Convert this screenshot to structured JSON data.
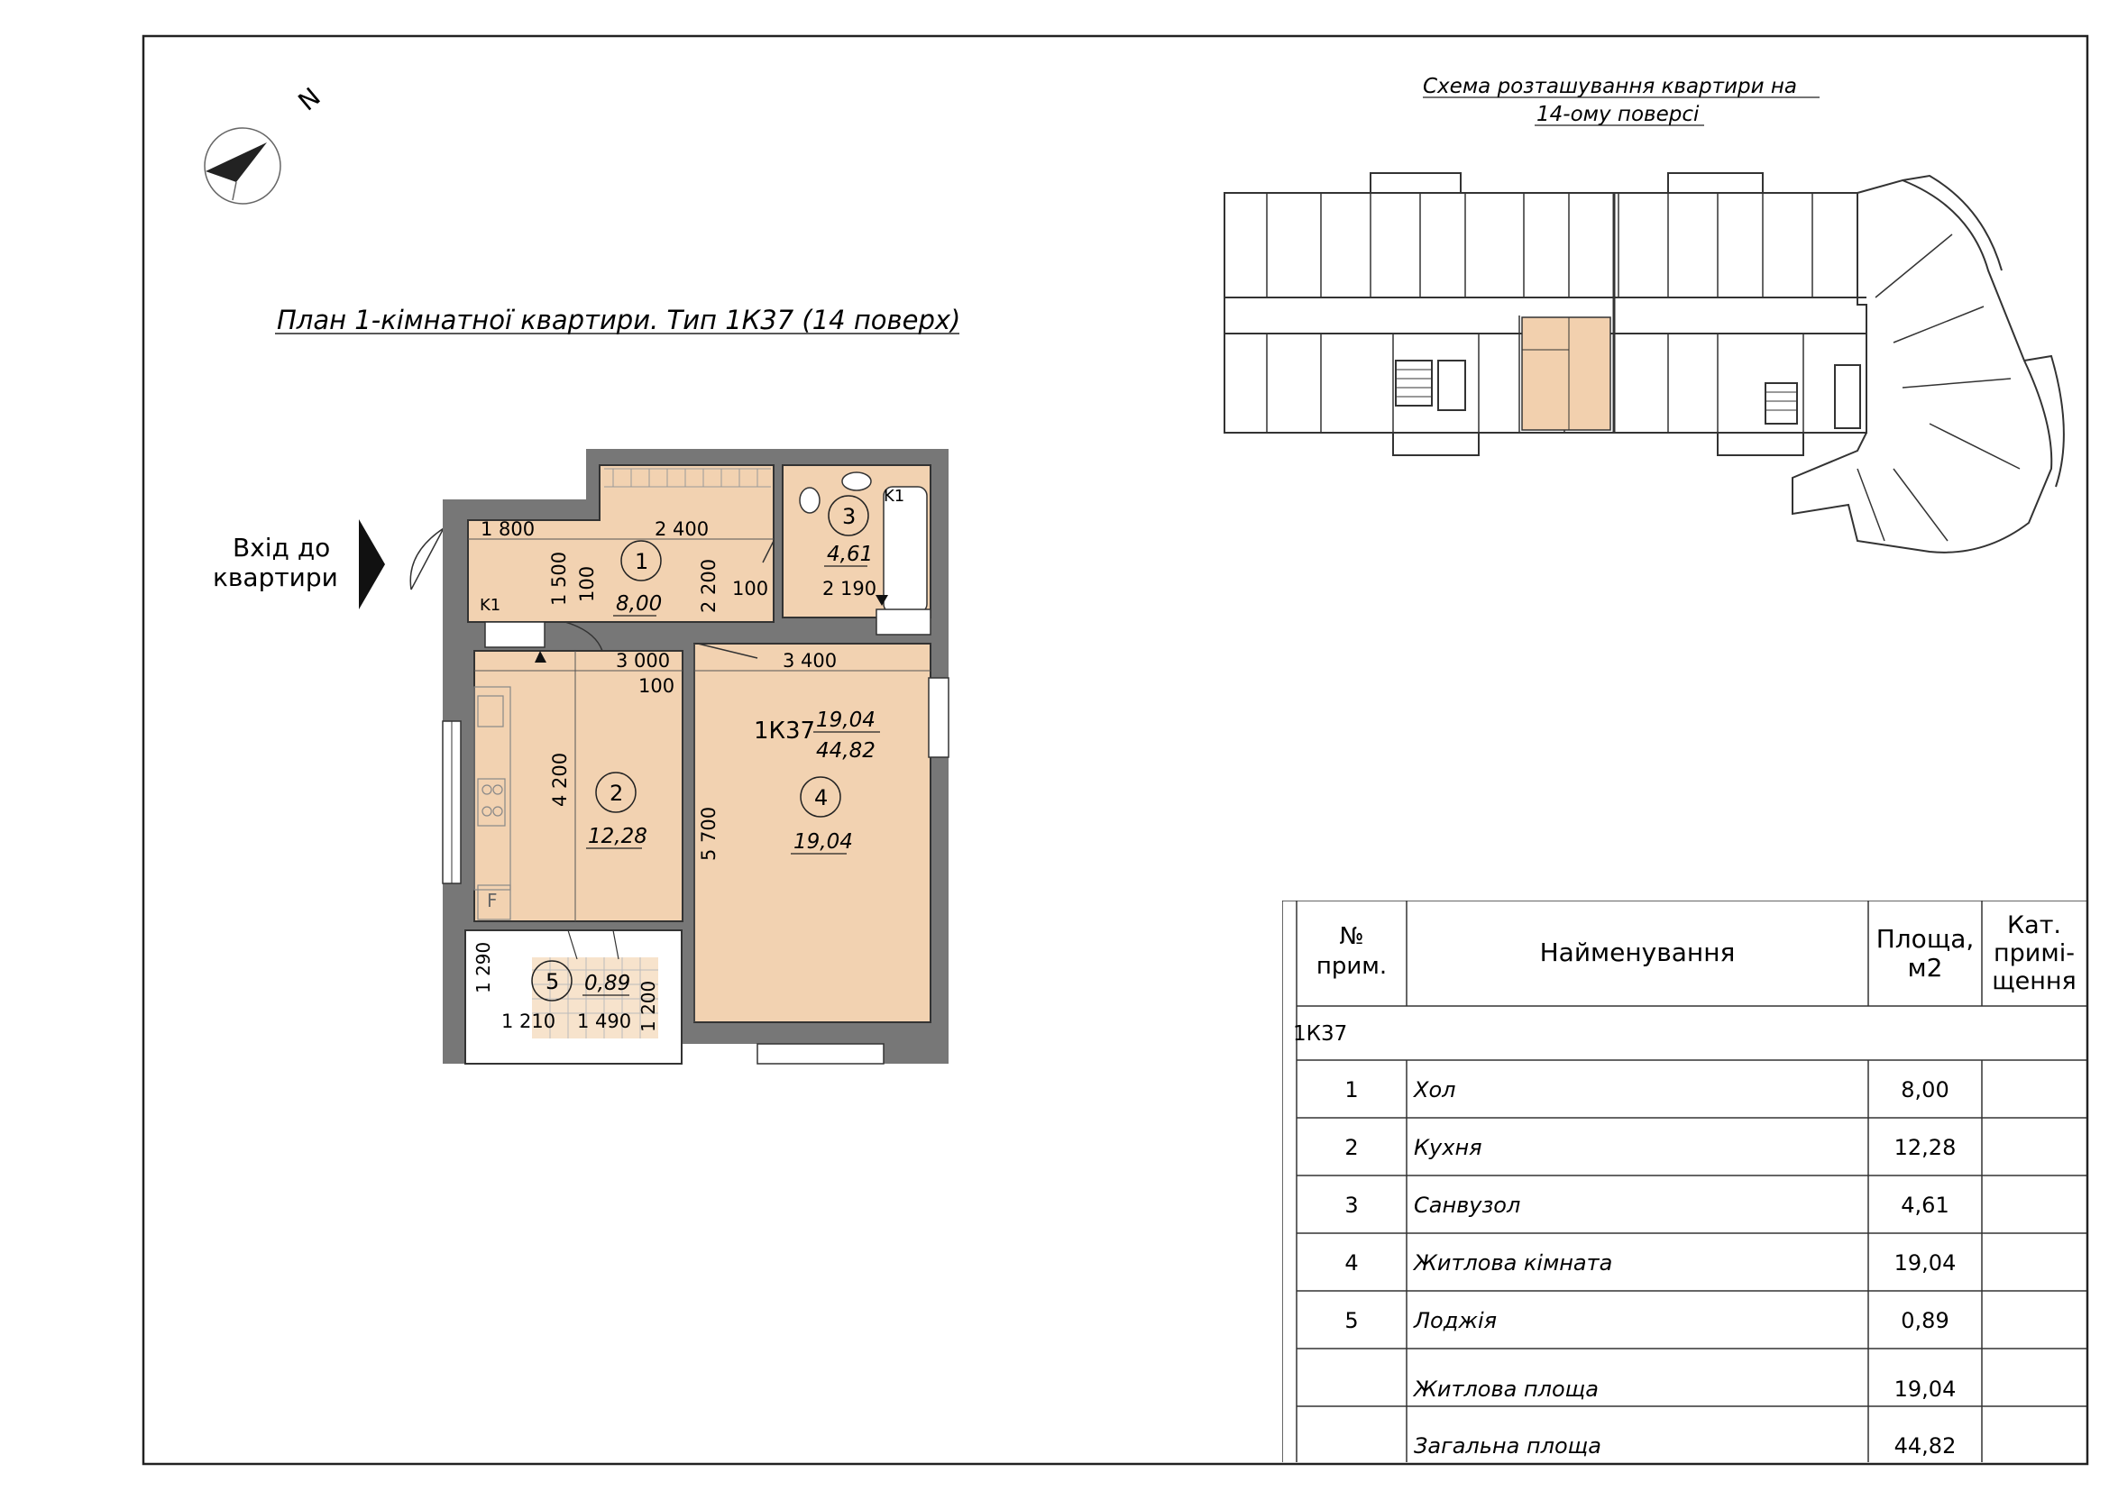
{
  "north_label": "N",
  "entrance_label": [
    "Вхід до",
    "квартири"
  ],
  "plan_title": "План 1-кімнатної квартири. Тип 1К37 (14 поверх)",
  "floor_scheme_title": [
    "Схема розташування квартири на",
    "14-ому поверсі"
  ],
  "apartment": {
    "code": "1К37",
    "living_area": "19,04",
    "total_area": "44,82"
  },
  "rooms": [
    {
      "num": "1",
      "area": "8,00"
    },
    {
      "num": "2",
      "area": "12,28"
    },
    {
      "num": "3",
      "area": "4,61"
    },
    {
      "num": "4",
      "area": "19,04"
    },
    {
      "num": "5",
      "area": "0,89"
    }
  ],
  "dimensions": {
    "d1800": "1 800",
    "d2400": "2 400",
    "d1500": "1 500",
    "d100a": "100",
    "d2200": "2 200",
    "d100b": "100",
    "d2190": "2 190",
    "d3000": "3 000",
    "d100c": "100",
    "d3400": "3 400",
    "d4200": "4 200",
    "d5700": "5 700",
    "d1290": "1 290",
    "d1210": "1 210",
    "d1490": "1 490",
    "d1200": "1 200"
  },
  "fixtures": {
    "k1_a": "K1",
    "k1_b": "K1",
    "fridge": "F"
  },
  "table": {
    "headers": {
      "num": [
        "№",
        "прим."
      ],
      "name": "Найменування",
      "area": [
        "Площа,",
        "м2"
      ],
      "category": [
        "Кат.",
        "примі-",
        "щення"
      ]
    },
    "group": "1К37",
    "rows": [
      {
        "num": "1",
        "name": "Хол",
        "area": "8,00"
      },
      {
        "num": "2",
        "name": "Кухня",
        "area": "12,28"
      },
      {
        "num": "3",
        "name": "Санвузол",
        "area": "4,61"
      },
      {
        "num": "4",
        "name": "Житлова кімната",
        "area": "19,04"
      },
      {
        "num": "5",
        "name": "Лоджія",
        "area": "0,89"
      }
    ],
    "summary": [
      {
        "name": "Житлова площа",
        "area": "19,04"
      },
      {
        "name": "Загальна площа",
        "area": "44,82"
      }
    ]
  },
  "colors": {
    "room_fill": "#f2d2b1",
    "highlight": "#f2d0ae",
    "wall": "#555555",
    "line": "#222222"
  }
}
